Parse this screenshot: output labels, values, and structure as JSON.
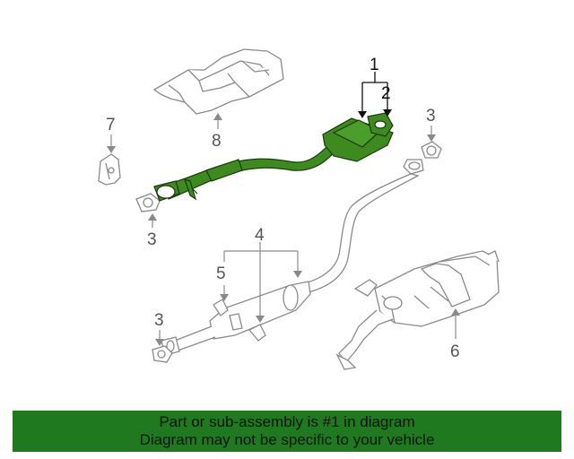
{
  "callouts": {
    "c1": "1",
    "c2": "2",
    "c3a": "3",
    "c3b": "3",
    "c3c": "3",
    "c4": "4",
    "c5": "5",
    "c6": "6",
    "c7": "7",
    "c8": "8"
  },
  "banner": {
    "line1": "Part or sub-assembly is #1 in diagram",
    "line2": "Diagram may not be specific to your vehicle",
    "color": "#1f7a1f"
  },
  "colors": {
    "highlight": "#3d8a1e",
    "line": "#8a8a8a"
  }
}
